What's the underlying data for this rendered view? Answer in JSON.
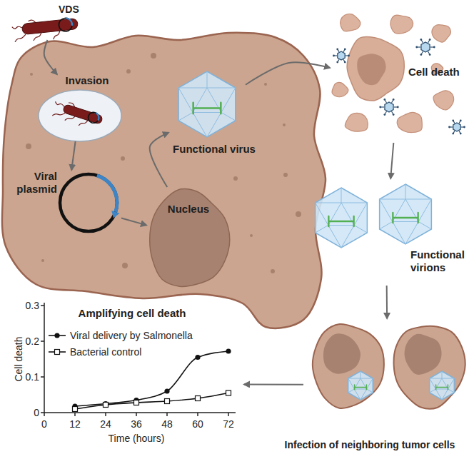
{
  "diagram": {
    "nodes": [
      {
        "text": [
          "VDS"
        ]
      },
      {
        "text": [
          "Invasion"
        ]
      },
      {
        "text": [
          "Viral plasmid"
        ]
      },
      {
        "text": [
          "Nucleus"
        ]
      },
      {
        "text": [
          "Functional virus"
        ]
      },
      {
        "text": [
          "Cell death"
        ]
      },
      {
        "text": [
          "Functional virions"
        ]
      },
      {
        "text": [
          "Infection of neighboring tumor cells"
        ]
      },
      {
        "text": [
          "Amplifying cell death"
        ]
      }
    ],
    "edges": [
      {
        "from": 0,
        "to": 1,
        "arrow": "to"
      },
      {
        "from": 1,
        "to": 2,
        "arrow": "to"
      },
      {
        "from": 2,
        "to": 3,
        "arrow": "to"
      },
      {
        "from": 3,
        "to": 4,
        "arrow": "to"
      },
      {
        "from": 4,
        "to": 5,
        "arrow": "to"
      },
      {
        "from": 5,
        "to": 6,
        "arrow": "to"
      },
      {
        "from": 6,
        "to": 7,
        "arrow": "to"
      },
      {
        "from": 7,
        "to": 8,
        "arrow": "to"
      }
    ],
    "labels": [
      "Cell death",
      "Time (hours)",
      "0",
      "0.1",
      "0.2",
      "0.3",
      "0",
      "12",
      "24",
      "36",
      "48",
      "60",
      "72"
    ],
    "legend": [
      {
        "text": "Viral delivery by Salmonella"
      },
      {
        "text": "Bacterial control"
      }
    ]
  }
}
